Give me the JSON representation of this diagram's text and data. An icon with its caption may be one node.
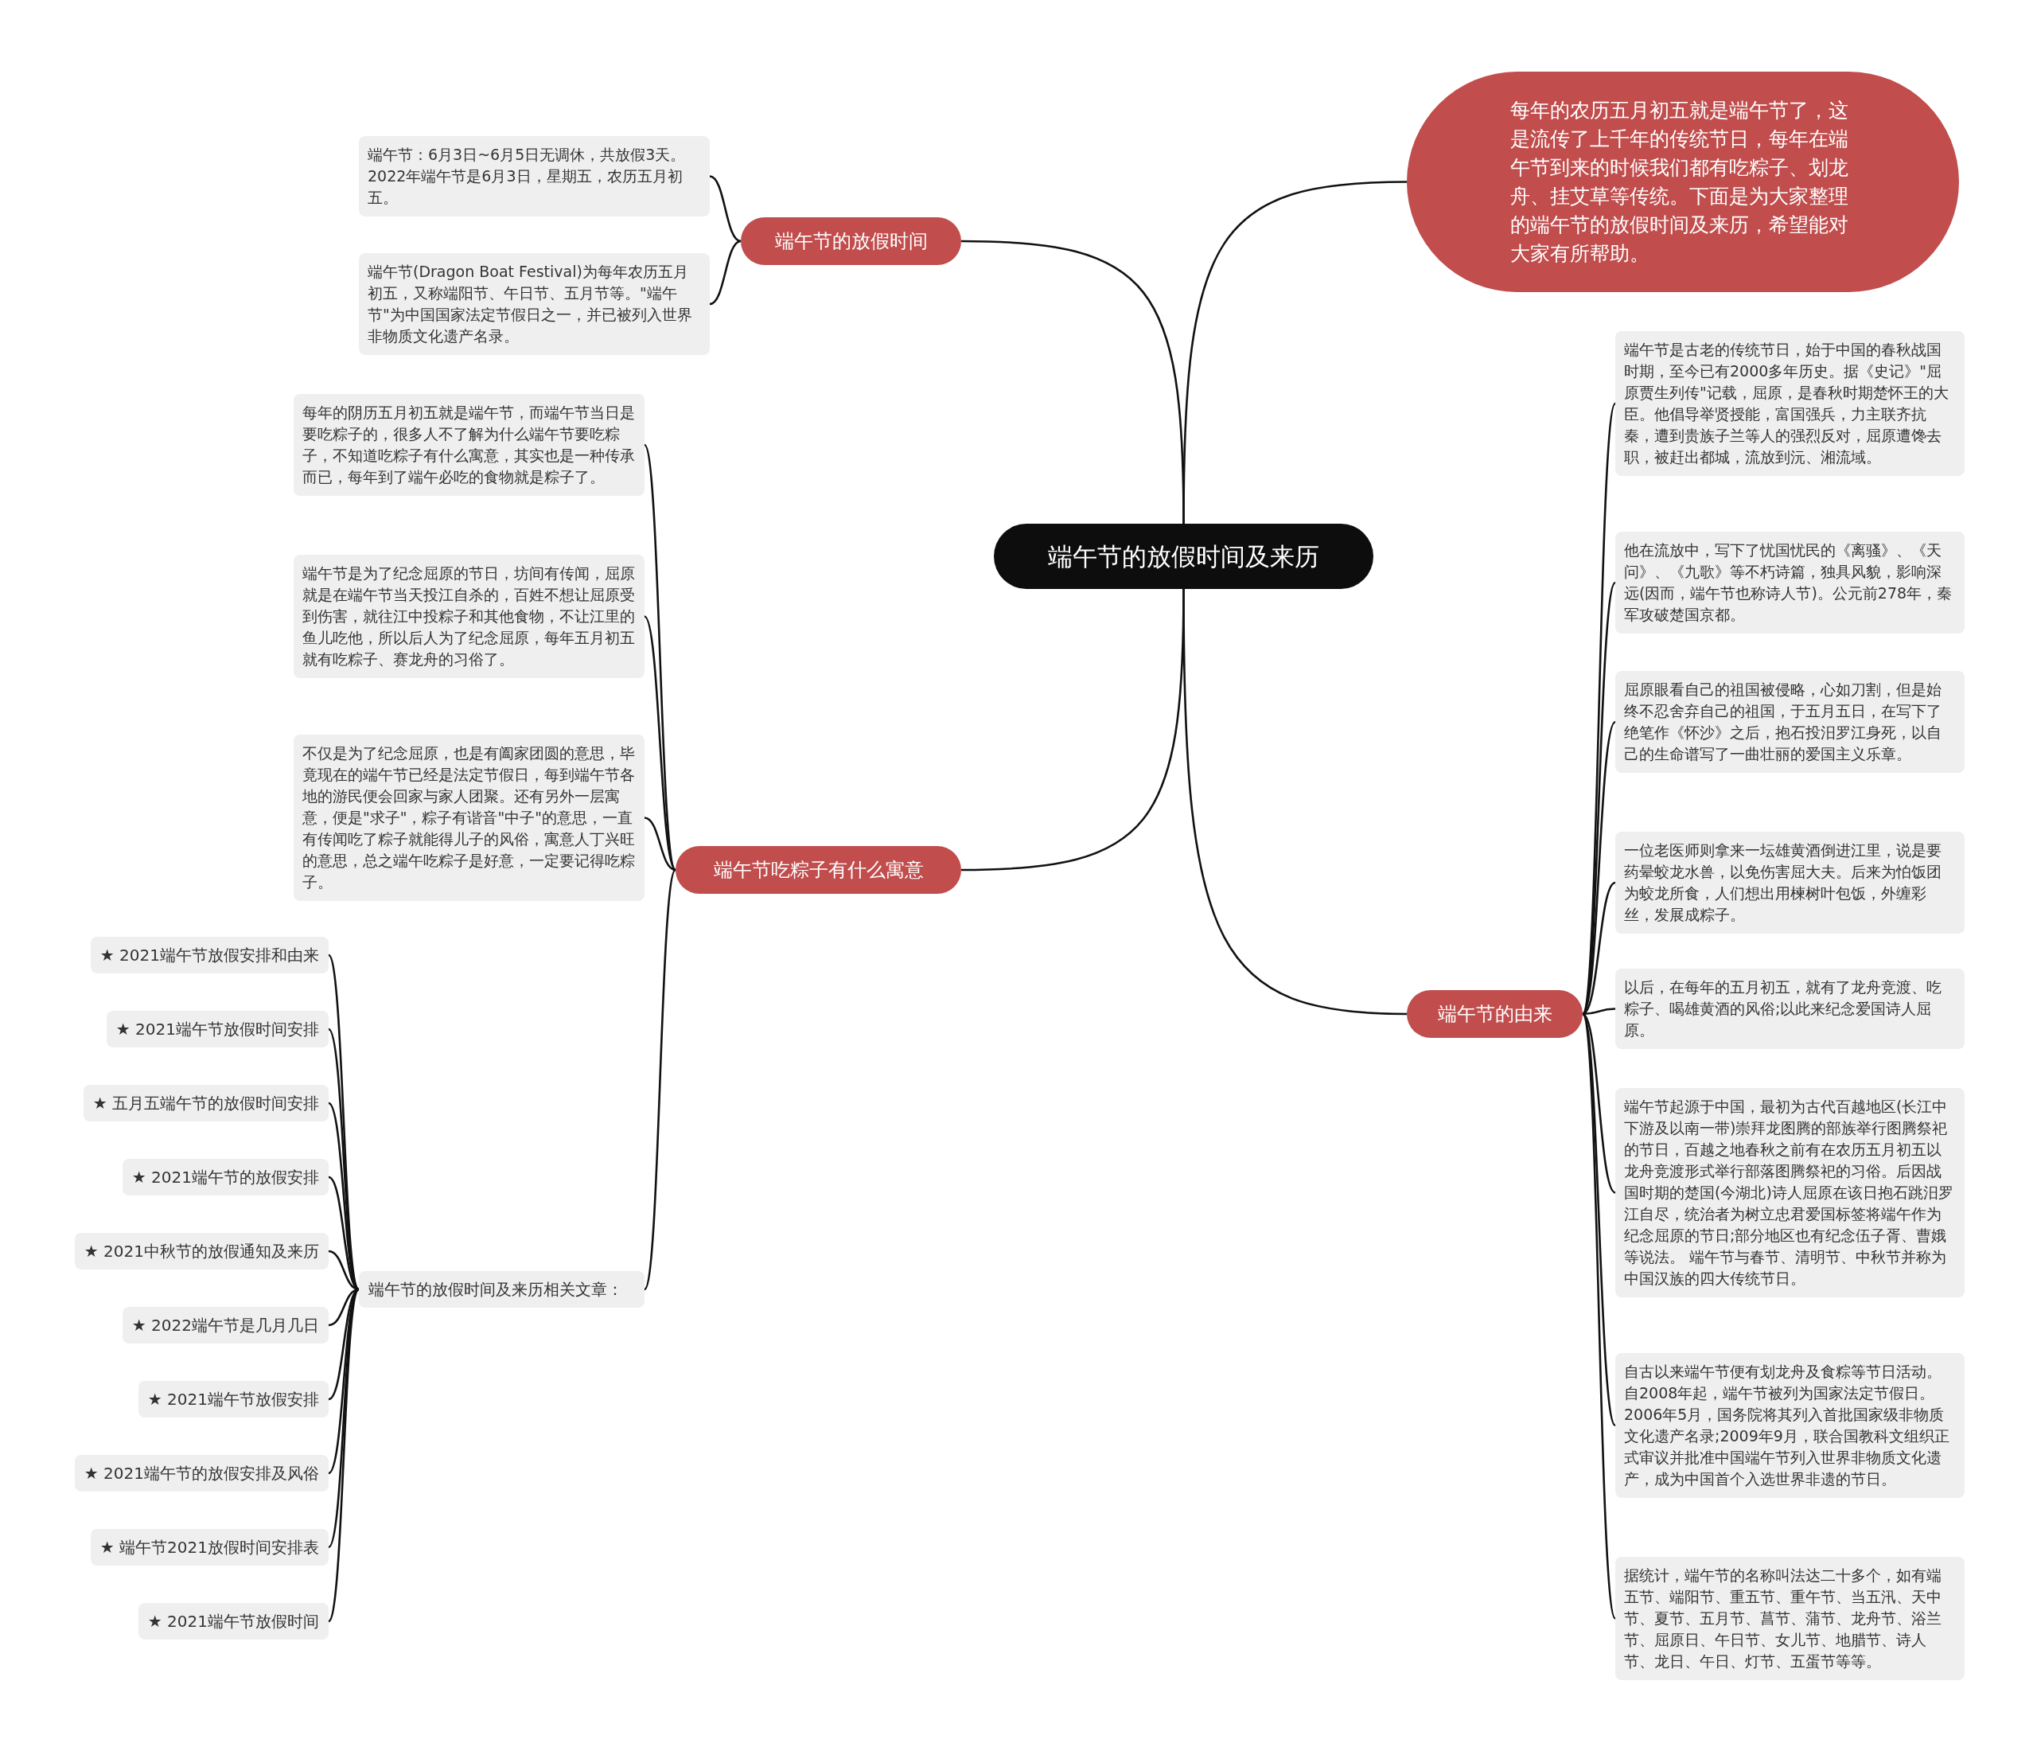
{
  "diagram": {
    "nodes": [
      {
        "text": [
          "端午节的放假时间及来历"
        ]
      },
      {
        "text": [
          "每年的农历五月初五就是端午节了，这是流传了上千年的传统节日，每年在端午节到来的时候我们都有吃粽子、划龙舟、挂艾草等传统。下面是为大家整理的端午节的放假时间及来历，希望能对大家有所帮助。"
        ]
      },
      {
        "text": [
          "端午节的放假时间"
        ]
      },
      {
        "text": [
          "端午节：6月3日~6月5日无调休，共放假3天。2022年端午节是6月3日，星期五，农历五月初五。"
        ]
      },
      {
        "text": [
          "端午节(Dragon Boat Festival)为每年农历五月初五，又称端阳节、午日节、五月节等。\"端午节\"为中国国家法定节假日之一，并已被列入世界非物质文化遗产名录。"
        ]
      },
      {
        "text": [
          "端午节吃粽子有什么寓意"
        ]
      },
      {
        "text": [
          "每年的阴历五月初五就是端午节，而端午节当日是要吃粽子的，很多人不了解为什么端午节要吃粽子，不知道吃粽子有什么寓意，其实也是一种传承而已，每年到了端午必吃的食物就是粽子了。"
        ]
      },
      {
        "text": [
          "端午节是为了纪念屈原的节日，坊间有传闻，屈原就是在端午节当天投江自杀的，百姓不想让屈原受到伤害，就往江中投粽子和其他食物，不让江里的鱼儿吃他，所以后人为了纪念屈原，每年五月初五就有吃粽子、赛龙舟的习俗了。"
        ]
      },
      {
        "text": [
          "不仅是为了纪念屈原，也是有阖家团圆的意思，毕竟现在的端午节已经是法定节假日，每到端午节各地的游民便会回家与家人团聚。还有另外一层寓意，便是\"求子\"，粽子有谐音\"中子\"的意思，一直有传闻吃了粽子就能得儿子的风俗，寓意人丁兴旺的意思，总之端午吃粽子是好意，一定要记得吃粽子。"
        ]
      },
      {
        "text": [
          "端午节的放假时间及来历相关文章："
        ]
      },
      {
        "text": [
          "★ 2021端午节放假安排和由来"
        ]
      },
      {
        "text": [
          "★ 2021端午节放假时间安排"
        ]
      },
      {
        "text": [
          "★ 五月五端午节的放假时间安排"
        ]
      },
      {
        "text": [
          "★ 2021端午节的放假安排"
        ]
      },
      {
        "text": [
          "★ 2021中秋节的放假通知及来历"
        ]
      },
      {
        "text": [
          "★ 2022端午节是几月几日"
        ]
      },
      {
        "text": [
          "★ 2021端午节放假安排"
        ]
      },
      {
        "text": [
          "★ 2021端午节的放假安排及风俗"
        ]
      },
      {
        "text": [
          "★ 端午节2021放假时间安排表"
        ]
      },
      {
        "text": [
          "★ 2021端午节放假时间"
        ]
      },
      {
        "text": [
          "端午节的由来"
        ]
      },
      {
        "text": [
          "端午节是古老的传统节日，始于中国的春秋战国时期，至今已有2000多年历史。据《史记》\"屈原贾生列传\"记载，屈原，是春秋时期楚怀王的大臣。他倡导举贤授能，富国强兵，力主联齐抗秦，遭到贵族子兰等人的强烈反对，屈原遭馋去职，被赶出都城，流放到沅、湘流域。"
        ]
      },
      {
        "text": [
          "他在流放中，写下了忧国忧民的《离骚》、《天问》、《九歌》等不朽诗篇，独具风貌，影响深远(因而，端午节也称诗人节)。公元前278年，秦军攻破楚国京都。"
        ]
      },
      {
        "text": [
          "屈原眼看自己的祖国被侵略，心如刀割，但是始终不忍舍弃自己的祖国，于五月五日，在写下了绝笔作《怀沙》之后，抱石投汨罗江身死，以自己的生命谱写了一曲壮丽的爱国主义乐章。"
        ]
      },
      {
        "text": [
          "一位老医师则拿来一坛雄黄酒倒进江里，说是要药晕蛟龙水兽，以免伤害屈大夫。后来为怕饭团为蛟龙所食，人们想出用楝树叶包饭，外缠彩丝，发展成粽子。"
        ]
      },
      {
        "text": [
          "以后，在每年的五月初五，就有了龙舟竞渡、吃粽子、喝雄黄酒的风俗;以此来纪念爱国诗人屈原。"
        ]
      },
      {
        "text": [
          "端午节起源于中国，最初为古代百越地区(长江中下游及以南一带)崇拜龙图腾的部族举行图腾祭祀的节日，百越之地春秋之前有在农历五月初五以龙舟竞渡形式举行部落图腾祭祀的习俗。后因战国时期的楚国(今湖北)诗人屈原在该日抱石跳汨罗江自尽，统治者为树立忠君爱国标签将端午作为纪念屈原的节日;部分地区也有纪念伍子胥、曹娥等说法。 端午节与春节、清明节、中秋节并称为中国汉族的四大传统节日。"
        ]
      },
      {
        "text": [
          "自古以来端午节便有划龙舟及食粽等节日活动。自2008年起，端午节被列为国家法定节假日。2006年5月，国务院将其列入首批国家级非物质文化遗产名录;2009年9月，联合国教科文组织正式审议并批准中国端午节列入世界非物质文化遗产，成为中国首个入选世界非遗的节日。"
        ]
      },
      {
        "text": [
          "据统计，端午节的名称叫法达二十多个，如有端五节、端阳节、重五节、重午节、当五汛、天中节、夏节、五月节、菖节、蒲节、龙舟节、浴兰节、屈原日、午日节、女儿节、地腊节、诗人节、龙日、午日、灯节、五蛋节等等。"
        ]
      }
    ],
    "edges": [
      {
        "from": 0,
        "to": 1,
        "arrow": "none"
      },
      {
        "from": 0,
        "to": 2,
        "arrow": "none"
      },
      {
        "from": 0,
        "to": 5,
        "arrow": "none"
      },
      {
        "from": 0,
        "to": 20,
        "arrow": "none"
      },
      {
        "from": 2,
        "to": 3,
        "arrow": "none"
      },
      {
        "from": 2,
        "to": 4,
        "arrow": "none"
      },
      {
        "from": 5,
        "to": 6,
        "arrow": "none"
      },
      {
        "from": 5,
        "to": 7,
        "arrow": "none"
      },
      {
        "from": 5,
        "to": 8,
        "arrow": "none"
      },
      {
        "from": 5,
        "to": 9,
        "arrow": "none"
      },
      {
        "from": 9,
        "to": 10,
        "arrow": "none"
      },
      {
        "from": 9,
        "to": 11,
        "arrow": "none"
      },
      {
        "from": 9,
        "to": 12,
        "arrow": "none"
      },
      {
        "from": 9,
        "to": 13,
        "arrow": "none"
      },
      {
        "from": 9,
        "to": 14,
        "arrow": "none"
      },
      {
        "from": 9,
        "to": 15,
        "arrow": "none"
      },
      {
        "from": 9,
        "to": 16,
        "arrow": "none"
      },
      {
        "from": 9,
        "to": 17,
        "arrow": "none"
      },
      {
        "from": 9,
        "to": 18,
        "arrow": "none"
      },
      {
        "from": 9,
        "to": 19,
        "arrow": "none"
      },
      {
        "from": 20,
        "to": 21,
        "arrow": "none"
      },
      {
        "from": 20,
        "to": 22,
        "arrow": "none"
      },
      {
        "from": 20,
        "to": 23,
        "arrow": "none"
      },
      {
        "from": 20,
        "to": 24,
        "arrow": "none"
      },
      {
        "from": 20,
        "to": 25,
        "arrow": "none"
      },
      {
        "from": 20,
        "to": 26,
        "arrow": "none"
      },
      {
        "from": 20,
        "to": 27,
        "arrow": "none"
      },
      {
        "from": 20,
        "to": 28,
        "arrow": "none"
      }
    ]
  }
}
